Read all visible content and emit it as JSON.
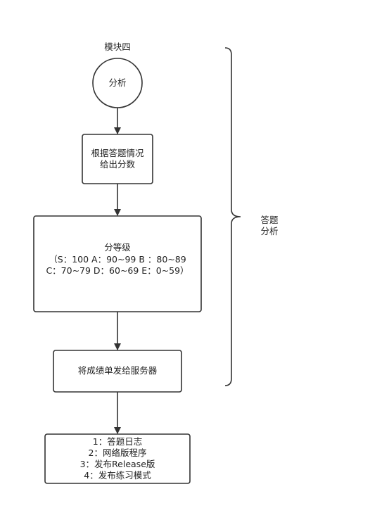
{
  "module": {
    "title": "模块四",
    "circle_label": "分析"
  },
  "nodes": {
    "score": {
      "line1": "根据答题情况",
      "line2": "给出分数"
    },
    "grade": {
      "title": "分等级",
      "line1": "（S：100   A：90~99  B ：80~89",
      "line2": "C：70~79  D：60~69  E：0~59）"
    },
    "send": {
      "label": "将成绩单发给服务器"
    },
    "outputs": {
      "items": [
        "1：答题日志",
        "2：网络版程序",
        "3：发布Release版",
        "4：发布练习模式"
      ]
    }
  },
  "brace": {
    "line1": "答题",
    "line2": "分析"
  },
  "colors": {
    "stroke": "#333333",
    "fill": "#ffffff",
    "text": "#222222"
  }
}
